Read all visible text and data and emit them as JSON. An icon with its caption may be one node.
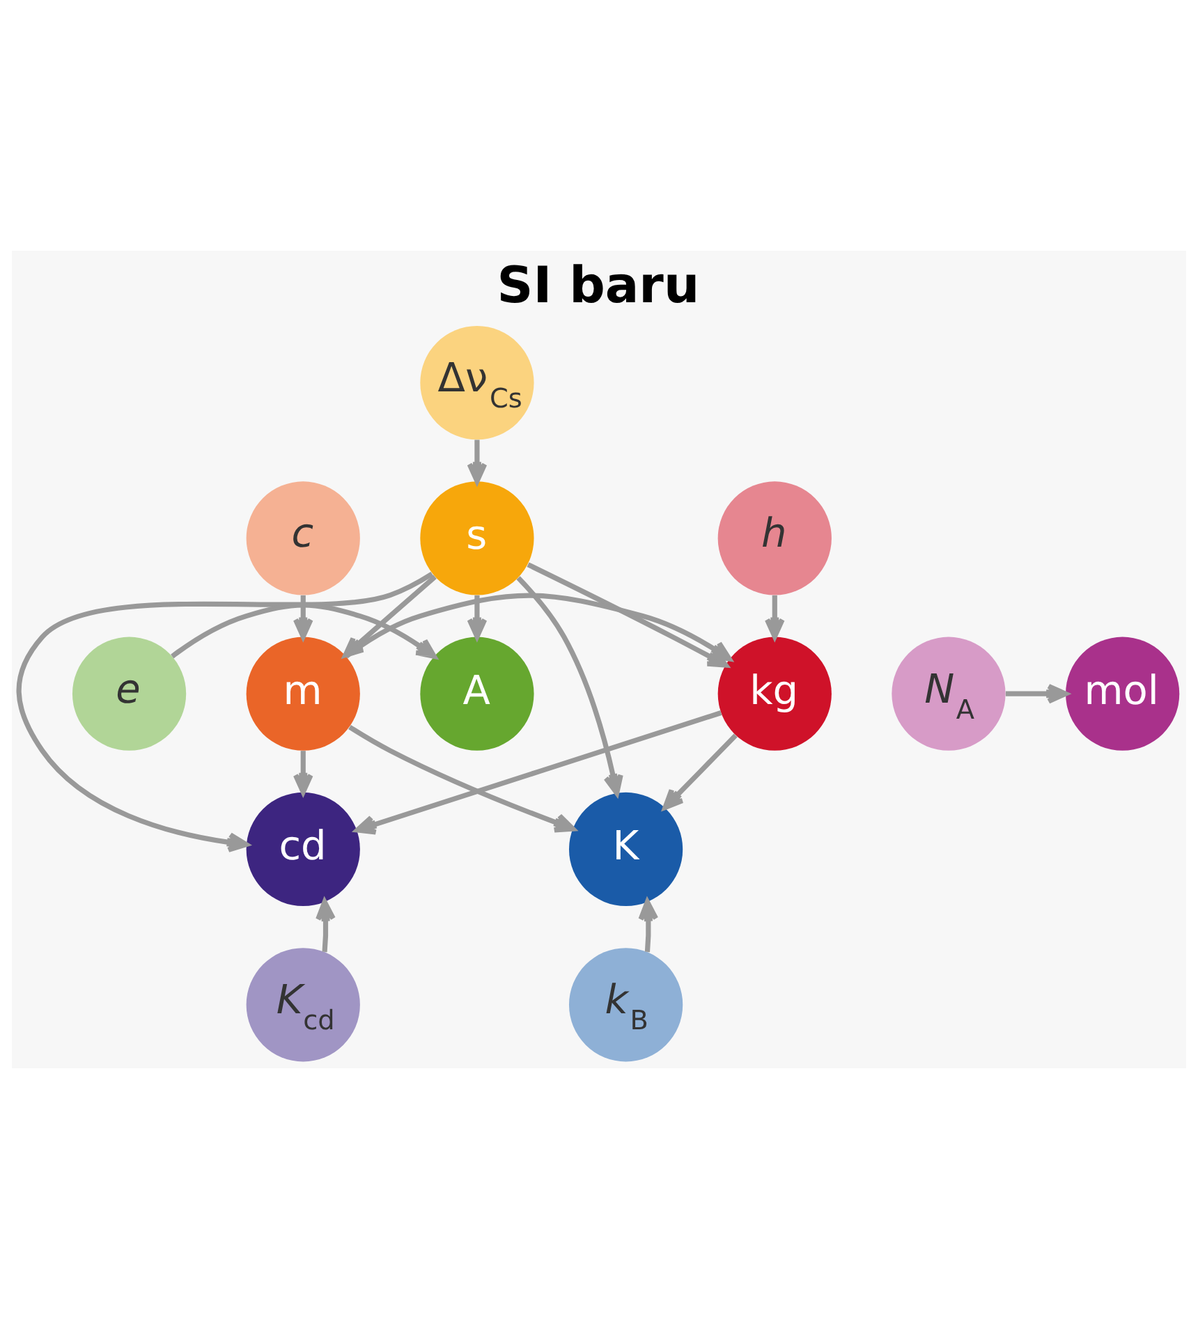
{
  "diagram": {
    "title": "SI baru",
    "nodes": [
      {
        "text": [
          "Δν$_{Cs}$"
        ]
      },
      {
        "text": [
          "*c*"
        ]
      },
      {
        "text": [
          "s"
        ]
      },
      {
        "text": [
          "*h*"
        ]
      },
      {
        "text": [
          "m"
        ]
      },
      {
        "text": [
          "kg"
        ]
      },
      {
        "text": [
          "A"
        ]
      },
      {
        "text": [
          "mol"
        ]
      },
      {
        "text": [
          "*e*"
        ]
      },
      {
        "text": [
          "*N*$_{A}$"
        ]
      },
      {
        "text": [
          "K"
        ]
      },
      {
        "text": [
          "cd"
        ]
      },
      {
        "text": [
          "*k*$_{B}$"
        ]
      },
      {
        "text": [
          "*K*$_{cd}$"
        ]
      }
    ],
    "edges": [
      {
        "from": 0,
        "to": 2,
        "arrow": "to"
      },
      {
        "from": 1,
        "to": 4,
        "arrow": "to"
      },
      {
        "from": 3,
        "to": 5,
        "arrow": "to"
      },
      {
        "from": 2,
        "to": 4,
        "arrow": "to"
      },
      {
        "from": 2,
        "to": 5,
        "arrow": "to"
      },
      {
        "from": 4,
        "to": 5,
        "arrow": "to"
      },
      {
        "from": 2,
        "to": 6,
        "arrow": "to"
      },
      {
        "from": 2,
        "to": 10,
        "arrow": "to"
      },
      {
        "from": 2,
        "to": 11,
        "arrow": "to"
      },
      {
        "from": 4,
        "to": 10,
        "arrow": "to"
      },
      {
        "from": 4,
        "to": 11,
        "arrow": "to"
      },
      {
        "from": 5,
        "to": 10,
        "arrow": "to"
      },
      {
        "from": 5,
        "to": 11,
        "arrow": "to"
      },
      {
        "from": 8,
        "to": 6,
        "arrow": "to"
      },
      {
        "from": 9,
        "to": 7,
        "arrow": "to"
      },
      {
        "from": 12,
        "to": 10,
        "arrow": "to"
      },
      {
        "from": 13,
        "to": 11,
        "arrow": "to"
      }
    ]
  }
}
